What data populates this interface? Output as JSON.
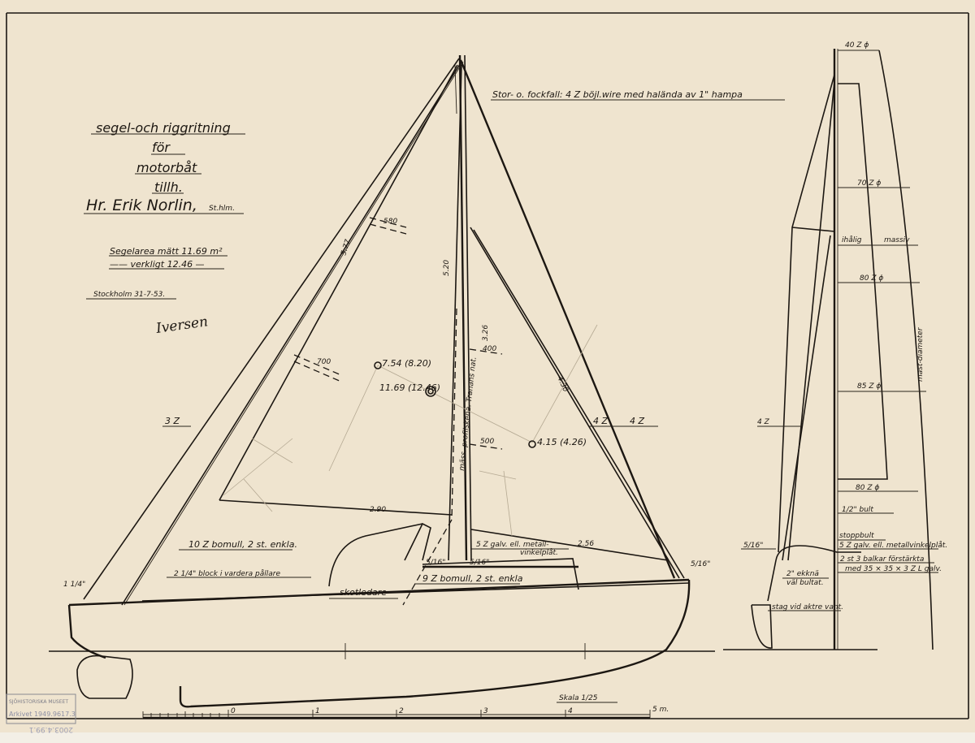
{
  "title_block": {
    "line1": "segel-och riggritning",
    "line2": "för",
    "line3": "motorbåt",
    "line4": "tillh.",
    "line5": "Hr. Erik Norlin,",
    "line5_suffix": "St.hlm.",
    "sail_area_measured": "Segelarea mätt  11.69 m²",
    "sail_area_actual": "—— verkligt  12.46 —",
    "place_date": "Stockholm 31-7-53.",
    "signature": "Iversen"
  },
  "halyard_note": "Stor- o. fockfall:  4 Z  böjl.wire med halända av 1\" hampa",
  "sail_plan": {
    "jib_area": "7.54 (8.20)",
    "total_area": "11.69 (12.46)",
    "main_area": "4.15 (4.26)",
    "dim_580": "580",
    "dim_577": "5.77",
    "dim_520": "5.20",
    "dim_326": "3.26",
    "dim_430": "4.30",
    "dim_700": "700",
    "dim_400": "400",
    "dim_500": "500",
    "dim_290": "2.90",
    "dim_256": "2.56",
    "wire_32": "3 Z",
    "wire_42a": "4 Z",
    "wire_42b": "4 Z",
    "mast_track": "mäss. profilskena. Tranans nat.",
    "size_114": "1 1/4\"",
    "size_516a": "5/16\"",
    "size_516b": "5/16\"",
    "size_516c": "5/16\""
  },
  "notes": {
    "cotton_10": "10 Z bomull, 2 st. enkla.",
    "block": "2 1/4\" block i vardera pållare",
    "skotledare": "skotledare",
    "cotton_9": "9 Z bomull, 2 st. enkla",
    "galv_plate": "5 Z galv. ell. metall-",
    "galv_plate2": "vinkelplåt."
  },
  "mast_section": {
    "d40": "40 Z ϕ",
    "d70": "70 Z ϕ",
    "hollow": "ihålig",
    "solid": "massiv",
    "d80a": "80 Z ϕ",
    "d85": "85 Z ϕ",
    "mast_diameter": "mast-diameter",
    "d80b": "80 Z ϕ",
    "wire_42": "4 Z",
    "bolt": "1/2\" bult",
    "stop_bolt": "stoppbult",
    "angle_plate": "5 Z galv. ell. metallvinkelplåt.",
    "beams": "2 st 3 balkar förstärkta",
    "beams2": "med 35 × 35 × 3 Z L galv.",
    "knee": "2\" ekknä",
    "knee2": "väl bultat.",
    "stay": "stag vid aktre vant.",
    "size_516": "5/16\""
  },
  "scale": {
    "label": "Skala 1/25",
    "ticks": [
      "0",
      "1",
      "2",
      "3",
      "4",
      "5 m."
    ]
  },
  "stamp": {
    "line1": "SJÖHISTORISKA MUSEET",
    "line2": "Arkivet 1949.9617.3",
    "line3": "2003.4.99.1"
  }
}
